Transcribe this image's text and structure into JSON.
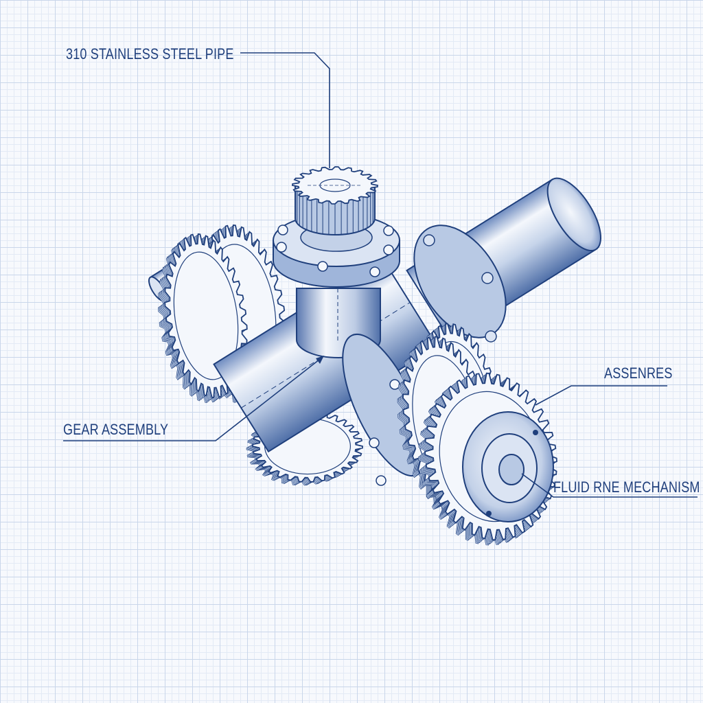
{
  "colors": {
    "ink": "#1f3f7c",
    "metal_light": "#f4f7fc",
    "metal_mid": "#b8c9e4",
    "metal_dark": "#4f6fa8",
    "grid_major": "#c9d6ea",
    "grid_minor": "#e3eaf5"
  },
  "labels": {
    "pipe": "310 STAINLESS STEEL PIPE",
    "gear_assembly": "GEAR ASSEMBLY",
    "assenres": "ASSENRES",
    "fluid_mechanism": "FLUID RNE MECHANISM"
  }
}
